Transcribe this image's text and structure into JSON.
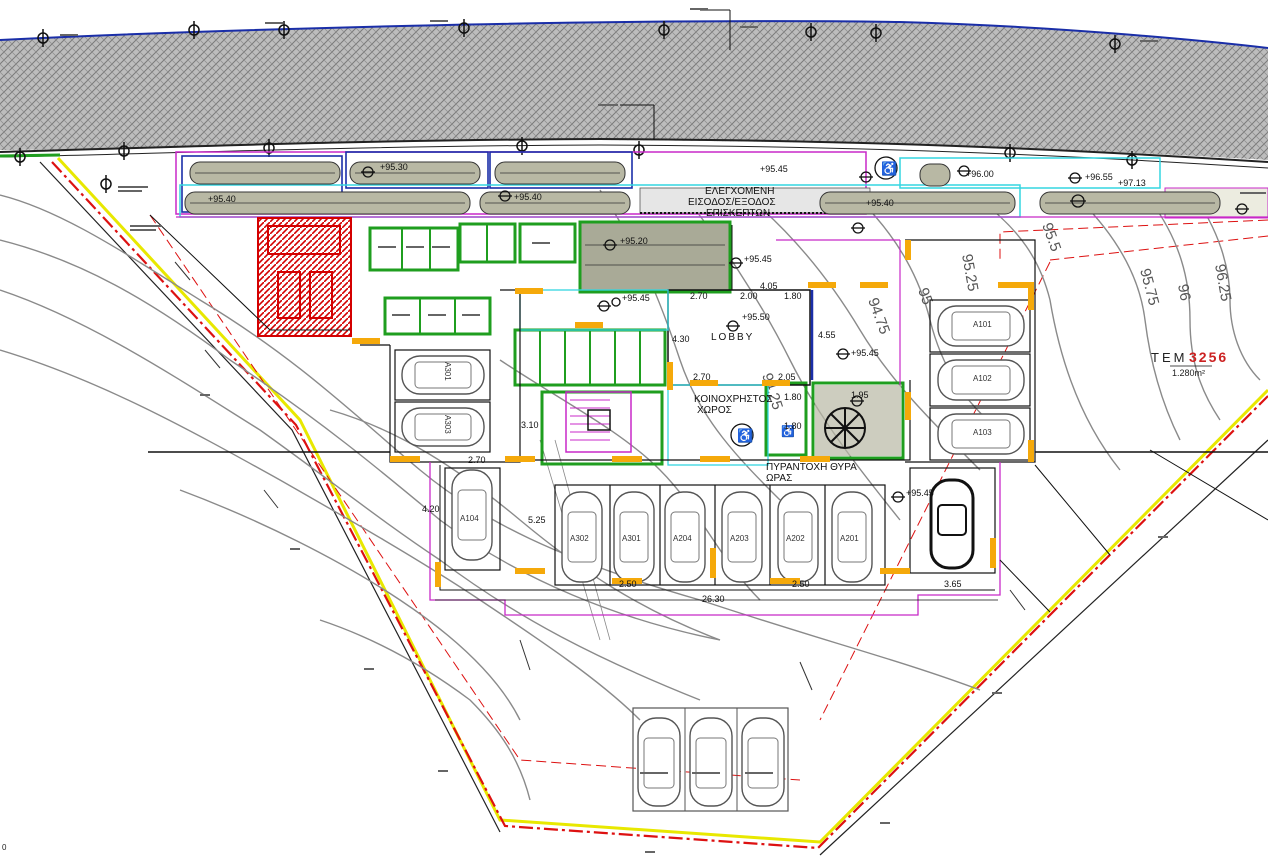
{
  "plot": {
    "label": "ΤΕΜ",
    "number": "3256",
    "area": "1.280m²",
    "colors": {
      "plot_number": "#cc2222",
      "boundary_red": "#dd1111",
      "boundary_yellow": "#e8e800"
    }
  },
  "spaces": {
    "lobby": "LOBBY",
    "common_area_line1": "ΚΟΙΝΟΧΡΗΣΤΟΣ",
    "common_area_line2": "ΧΩΡΟΣ",
    "fire_door_line1": "ΠΥΡΑΝΤΟΧΗ ΘΥΡΑ",
    "fire_door_line2": "ΩΡΑΣ",
    "entrance_line1": "ΕΛΕΓΧΟΜΕΝΗ",
    "entrance_line2": "ΕΙΣΟΔΟΣ/ΕΞΟΔΟΣ",
    "entrance_line3": "ΕΠΙΣΚΕΠΤΩΝ"
  },
  "parking": [
    {
      "id": "A101"
    },
    {
      "id": "A102"
    },
    {
      "id": "A103"
    },
    {
      "id": "A301"
    },
    {
      "id": "A303"
    },
    {
      "id": "A104"
    },
    {
      "id": "A302"
    },
    {
      "id": "A301"
    },
    {
      "id": "A204"
    },
    {
      "id": "A203"
    },
    {
      "id": "A202"
    },
    {
      "id": "A201"
    }
  ],
  "elevations": [
    "+95.45",
    "+95.20",
    "+95.45",
    "+95.45",
    "+95.50",
    "+95.45",
    "+95.40",
    "+95.30",
    "+96.00",
    "+96.55",
    "+97.13",
    "+95.45",
    "+95.40",
    "+95.40"
  ],
  "contours": [
    "94.25",
    "94.75",
    "95",
    "95.25",
    "95.5",
    "95.75",
    "96",
    "96.25"
  ],
  "dimensions": {
    "d1": "2.70",
    "d2": "2.00",
    "d3": "1.80",
    "d4": "4.05",
    "d5": "4.30",
    "d6": "4.55",
    "d7": "2.70",
    "d8": "2.05",
    "d9": "1.80",
    "d10": "1.95",
    "d11": "1.80",
    "d12": "3.10",
    "d13": "2.70",
    "d14": "4.20",
    "d15": "5.25",
    "d16": "2.50",
    "d17": "26.30",
    "d18": "3.65",
    "d19": "2.50"
  },
  "corner_mark": "0"
}
